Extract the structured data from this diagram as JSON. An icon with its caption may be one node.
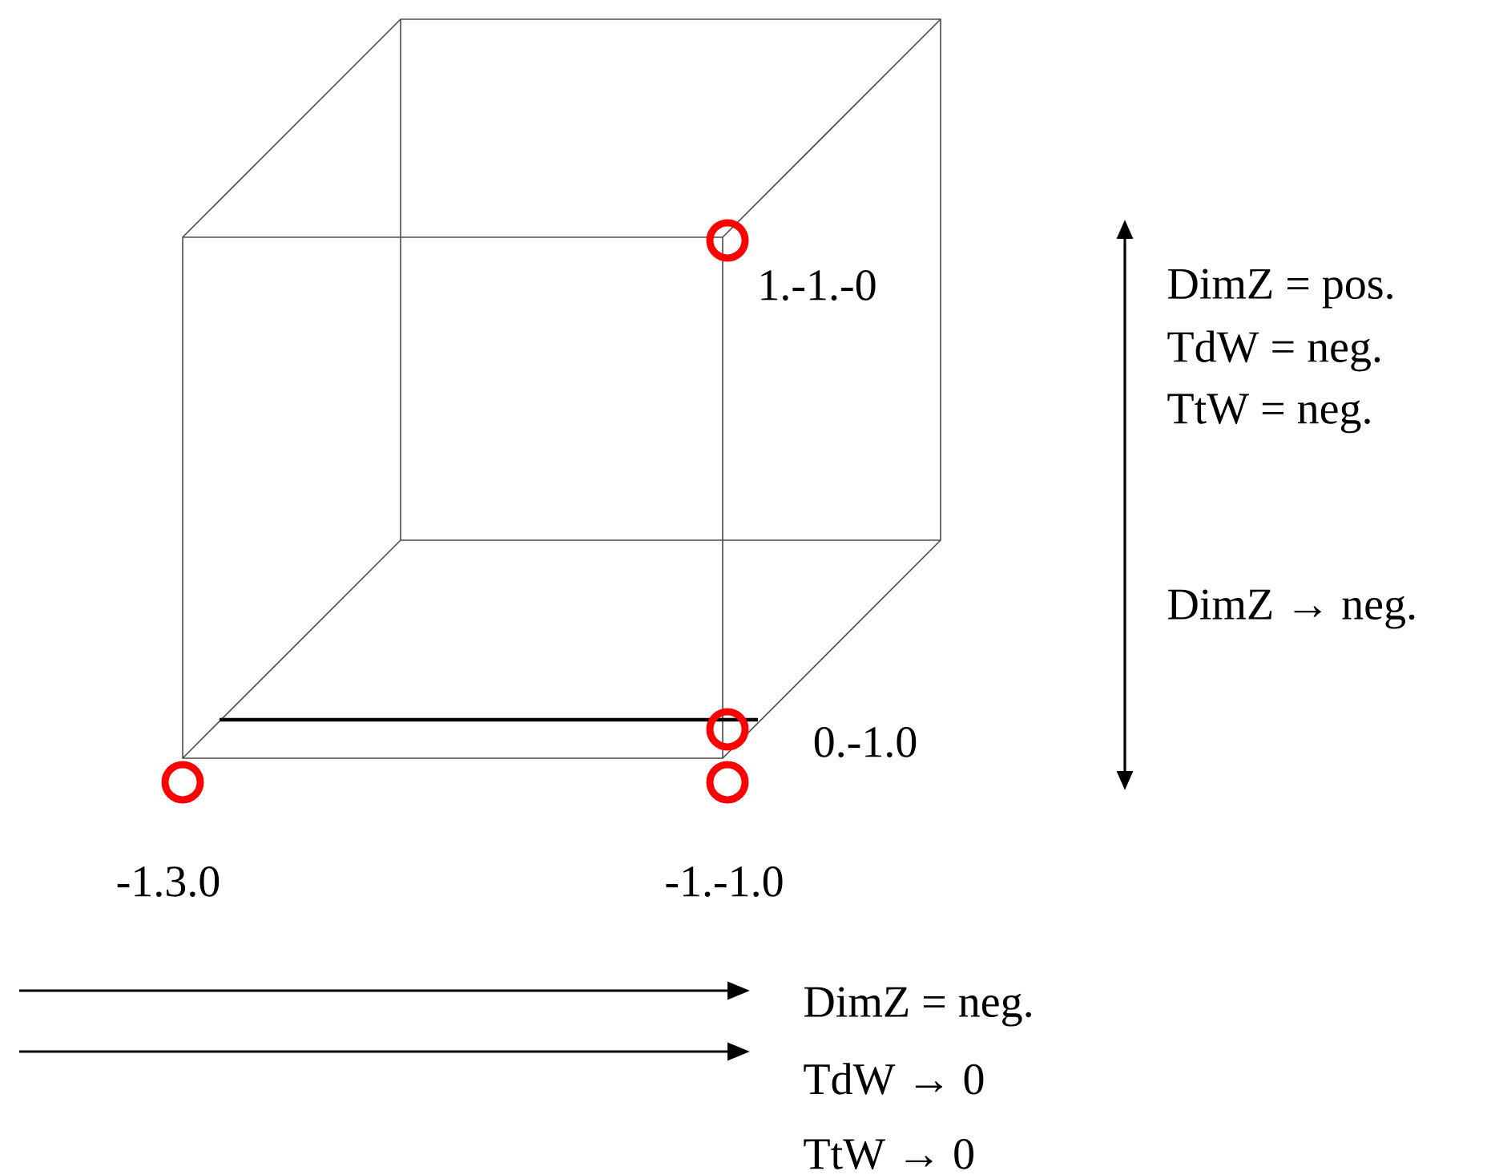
{
  "diagram": {
    "labels": [
      "1.-1.-0",
      "DimZ = pos.",
      "TdW = neg.",
      "TtW = neg.",
      "DimZ → neg.",
      "0.-1.0",
      "-1.3.0",
      "-1.-1.0",
      "DimZ = neg.",
      "TdW → 0",
      "TtW → 0"
    ]
  }
}
